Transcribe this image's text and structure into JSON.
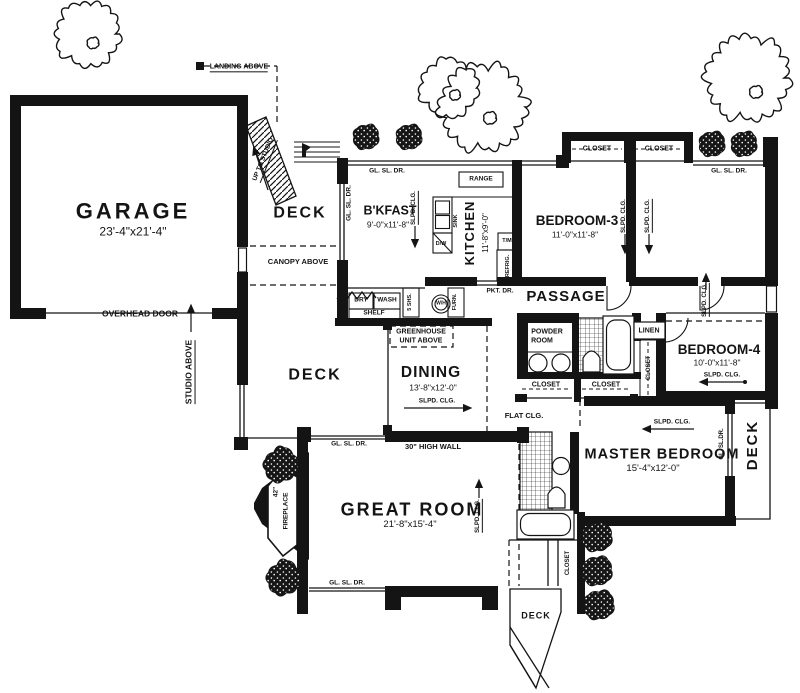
{
  "colors": {
    "ink": "#141414",
    "paper": "#ffffff"
  },
  "labels": {
    "landing_above": "LANDING ABOVE",
    "garage": "GARAGE",
    "garage_dims": "23'-4\"x21'-4\"",
    "overhead_door": "OVERHEAD DOOR",
    "studio_above": "STUDIO ABOVE",
    "up_to_studio": "UP TO STUDIO",
    "canopy_above": "CANOPY ABOVE",
    "deck_upper": "DECK",
    "deck_lower": "DECK",
    "gl_sl_dr_bkfast_left": "GL. SL. DR.",
    "gl_sl_dr_bkfast_top": "GL. SL. DR.",
    "bkfast": "B'KFAST",
    "bkfast_dims": "9'-0\"x11'-8\"",
    "slpd_clg_bkfast": "SLPD. CLG.",
    "range": "RANGE",
    "kitchen": "KITCHEN",
    "kitchen_dims": "11'-8\"x9'-0\"",
    "sink": "SINK",
    "dw": "D/W",
    "tm": "T/M",
    "refrig": "REFRIG.",
    "pkt_dr": "PKT. DR.",
    "dry": "DRY",
    "wash": "WASH",
    "shelf": "SHELF",
    "shs5": "5 SHS.",
    "wh": "W/H",
    "furn": "FURN.",
    "closet_b3": "CLOSET",
    "closet_b2": "CLOSET",
    "gl_sl_dr_b2": "GL. SL. DR.",
    "bedroom3": "BEDROOM-3",
    "bedroom3_dims": "11'-0\"x11'-8\"",
    "slpd_clg_b3": "SLPD. CLG.",
    "slpd_clg_b2": "SLPD. CLG.",
    "passage": "PASSAGE",
    "powder_room_l1": "POWDER",
    "powder_room_l2": "ROOM",
    "linen": "LINEN",
    "closet_bath_v": "CLOSET",
    "closet_p1": "CLOSET",
    "closet_p2": "CLOSET",
    "slpd_clg_passage_e": "SLPD. CLG.",
    "bedroom4": "BEDROOM-4",
    "bedroom4_dims": "10'-0\"x11'-8\"",
    "slpd_clg_b4": "SLPD. CLG.",
    "greenhouse_l1": "GREENHOUSE",
    "greenhouse_l2": "UNIT ABOVE",
    "dining": "DINING",
    "dining_dims": "13'-8\"x12'-0\"",
    "slpd_clg_dining": "SLPD. CLG.",
    "flat_clg": "FLAT CLG.",
    "gl_sl_dr_dining": "GL. SL. DR.",
    "high_wall": "30\" HIGH WALL",
    "great_room": "GREAT ROOM",
    "great_room_dims": "21'-8\"x15'-4\"",
    "slpd_clg_great": "SLPD. CLG.",
    "fireplace_size": "42\"",
    "fireplace": "FIREPLACE",
    "gl_sl_dr_great": "GL. SL. DR.",
    "slpd_clg_master": "SLPD. CLG.",
    "master_bedroom": "MASTER BEDROOM",
    "master_dims": "15'-4\"x12'-0\"",
    "gl_sl_dr_master": "GL. SL.DR.",
    "deck_master": "DECK",
    "closet_bottom_v": "CLOSET",
    "deck_bottom": "DECK"
  }
}
